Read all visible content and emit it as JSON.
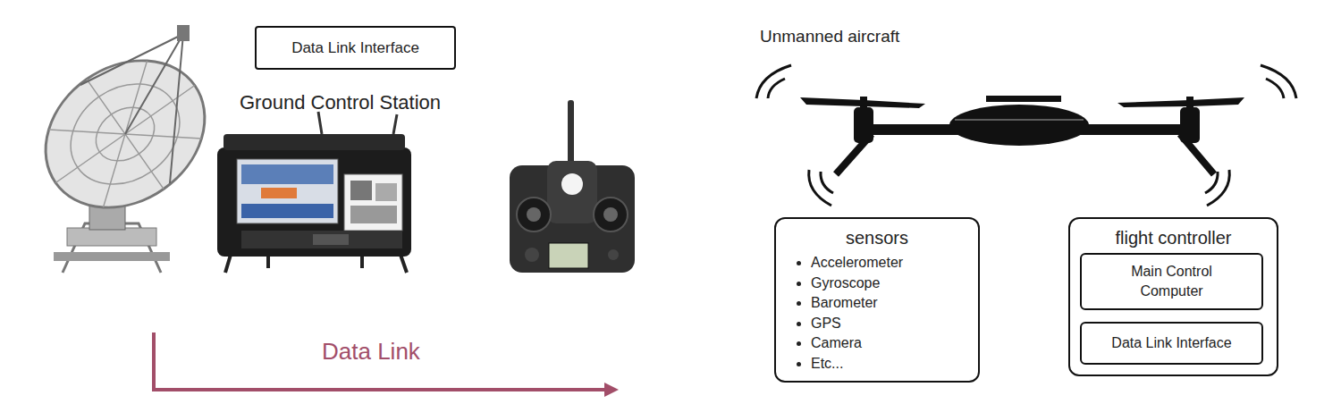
{
  "diagram": {
    "nodes": [
      {
        "text": [
          "Data Link Interface"
        ]
      },
      {
        "text": [
          "sensors",
          "Accelerometer",
          "Gyroscope",
          "Barometer",
          "GPS",
          "Camera",
          "Etc..."
        ]
      },
      {
        "text": [
          "flight controller"
        ]
      },
      {
        "text": [
          "Main Control Computer"
        ],
        "in": 2
      },
      {
        "text": [
          "Data Link Interface"
        ],
        "in": 2
      }
    ],
    "labels": [
      "Ground Control Station",
      "Unmanned aircraft",
      "Data Link"
    ]
  }
}
